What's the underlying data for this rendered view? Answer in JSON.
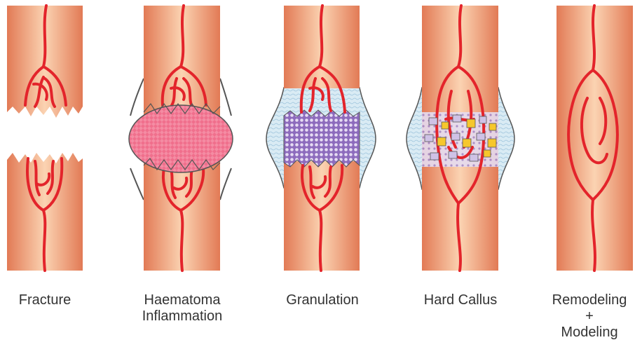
{
  "colors": {
    "bone_edge": "#e27a55",
    "bone_mid": "#fbd3b2",
    "vessel": "#e3242b",
    "outline": "#555555",
    "haematoma": "#f06f8c",
    "granulation": "#b59bd6",
    "soft_tissue": "#cde3ef",
    "callus_block": "#f6c72c",
    "label_text": "#333333"
  },
  "stages": [
    {
      "id": "fracture",
      "label_lines": [
        "Fracture"
      ]
    },
    {
      "id": "haematoma",
      "label_lines": [
        "Haematoma",
        "Inflammation"
      ]
    },
    {
      "id": "granulation",
      "label_lines": [
        "Granulation"
      ]
    },
    {
      "id": "hard-callus",
      "label_lines": [
        "Hard Callus"
      ]
    },
    {
      "id": "remodeling",
      "label_lines": [
        "Remodeling",
        "+",
        "Modeling"
      ]
    }
  ]
}
